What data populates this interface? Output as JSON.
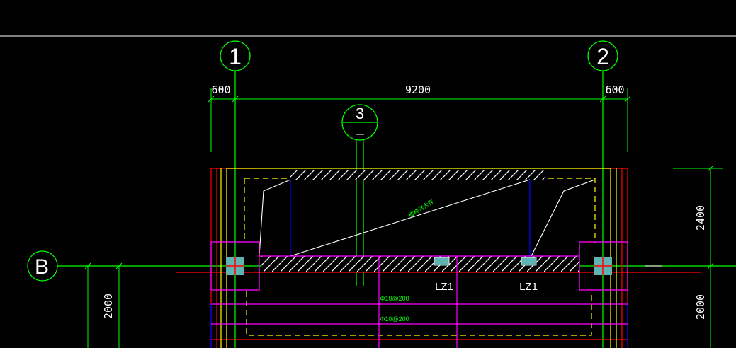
{
  "colors": {
    "background": "#000000",
    "grid_axis": "#00ff00",
    "dimension": "#00ff00",
    "outline": "#ffff00",
    "beam_magenta": "#ff00ff",
    "red": "#ff0000",
    "blue": "#0000ff",
    "white": "#ffffff",
    "column_fill": "#5fb3b3"
  },
  "axes": {
    "axis_1": "1",
    "axis_2": "2",
    "axis_3_top": "3",
    "axis_3_bottom": "—",
    "axis_b": "B"
  },
  "dimensions": {
    "top_left": "600",
    "top_middle": "9200",
    "top_right": "600",
    "right_upper": "2400",
    "right_lower": "2000",
    "left_lower": "2000"
  },
  "labels": {
    "column_left": "LZ1",
    "column_right": "LZ1",
    "rebar_1": "Φ10@200",
    "rebar_2": "Φ10@200",
    "stair_note": "楼梯详大样"
  }
}
